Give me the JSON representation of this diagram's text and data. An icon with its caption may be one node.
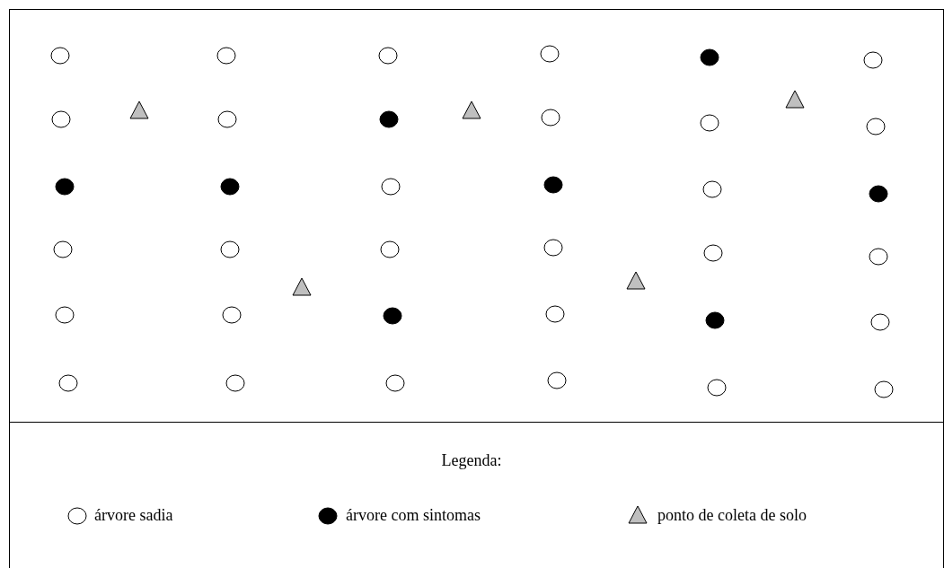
{
  "diagram": {
    "labels": [
      "Legenda:"
    ],
    "legend": [
      {
        "text": "árvore sadia"
      },
      {
        "text": "árvore com sintomas"
      },
      {
        "text": "ponto de coleta de solo"
      }
    ]
  }
}
